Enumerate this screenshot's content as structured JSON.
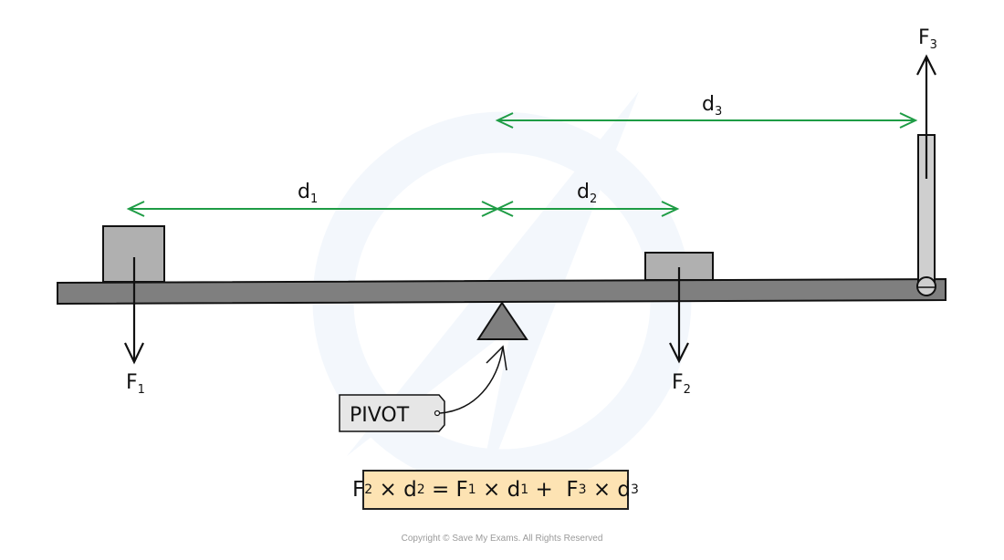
{
  "diagram": {
    "title": "Principle of moments on a lever with three forces",
    "forces": [
      {
        "id": "F1",
        "symbol": "F",
        "subscript": "1",
        "direction": "down"
      },
      {
        "id": "F2",
        "symbol": "F",
        "subscript": "2",
        "direction": "down"
      },
      {
        "id": "F3",
        "symbol": "F",
        "subscript": "3",
        "direction": "up"
      }
    ],
    "distances": [
      {
        "id": "d1",
        "symbol": "d",
        "subscript": "1",
        "from": "pivot",
        "to": "F1"
      },
      {
        "id": "d2",
        "symbol": "d",
        "subscript": "2",
        "from": "pivot",
        "to": "F2"
      },
      {
        "id": "d3",
        "symbol": "d",
        "subscript": "3",
        "from": "pivot",
        "to": "F3"
      }
    ],
    "pivot_label": "PIVOT",
    "equation": {
      "text": "F2 × d2 = F1 × d1 + F3 × d3",
      "parts": [
        {
          "t": "F",
          "s": "2"
        },
        {
          "t": " × "
        },
        {
          "t": "d",
          "s": "2"
        },
        {
          "t": " = "
        },
        {
          "t": "F",
          "s": "1"
        },
        {
          "t": " × "
        },
        {
          "t": "d",
          "s": "1"
        },
        {
          "t": " +  "
        },
        {
          "t": "F",
          "s": "3"
        },
        {
          "t": " × "
        },
        {
          "t": "d",
          "s": "3"
        }
      ]
    },
    "colors": {
      "beam": "#7f7f7f",
      "weights": "#b0b0b0",
      "rod": "#cfcfcf",
      "distance_arrows": "#1e9c45",
      "equation_box": "#fde3b3",
      "pivot_tag": "#e6e6e6",
      "watermark": "#eef4fb"
    }
  },
  "copyright": "Copyright © Save My Exams. All Rights Reserved"
}
